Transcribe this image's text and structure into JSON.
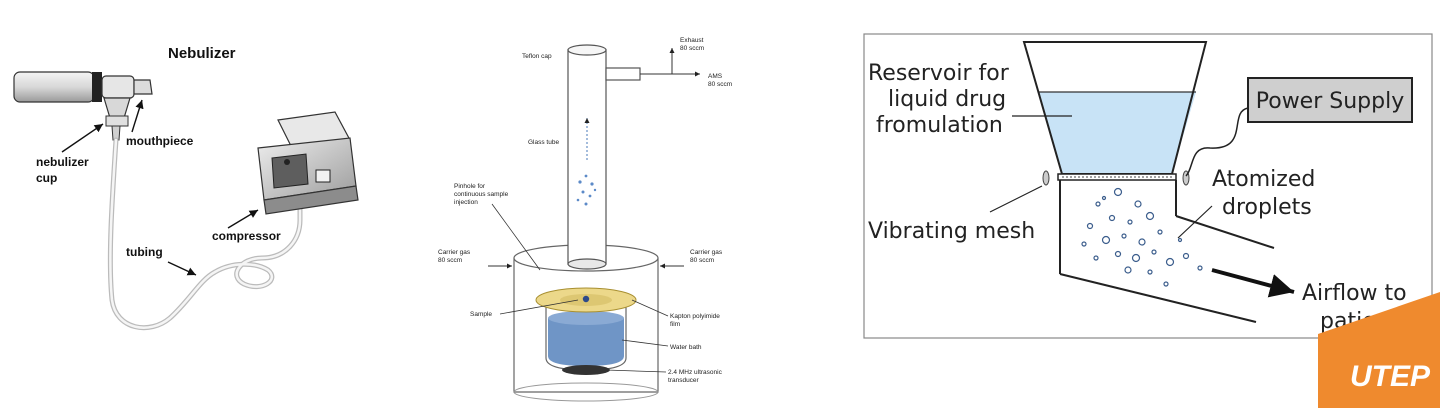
{
  "panel1": {
    "title": "Nebulizer",
    "labels": {
      "mouthpiece": "mouthpiece",
      "cup_line1": "nebulizer",
      "cup_line2": "cup",
      "compressor": "compressor",
      "tubing": "tubing"
    }
  },
  "panel2": {
    "labels": {
      "teflon_cap": "Teflon cap",
      "exhaust_l1": "Exhaust",
      "exhaust_l2": "80 sccm",
      "ams_l1": "AMS",
      "ams_l2": "80 sccm",
      "glass_tube": "Glass tube",
      "pinhole_l1": "Pinhole for",
      "pinhole_l2": "continuous sample",
      "pinhole_l3": "injection",
      "carrier_left_l1": "Carrier gas",
      "carrier_left_l2": "80 sccm",
      "carrier_right_l1": "Carrier gas",
      "carrier_right_l2": "80 sccm",
      "sample": "Sample",
      "kapton_l1": "Kapton polyimide",
      "kapton_l2": "film",
      "water_bath": "Water bath",
      "transducer_l1": "2.4 MHz ultrasonic",
      "transducer_l2": "transducer"
    }
  },
  "panel3": {
    "labels": {
      "reservoir_l1": "Reservoir for",
      "reservoir_l2": "liquid drug",
      "reservoir_l3": "fromulation",
      "power_supply": "Power Supply",
      "atomized_l1": "Atomized",
      "atomized_l2": "droplets",
      "vibrating_mesh": "Vibrating mesh",
      "airflow_l1": "Airflow to",
      "airflow_l2": "patient"
    }
  },
  "logo": {
    "text": "UTEP"
  },
  "colors": {
    "water": "#c8e3f6",
    "bath": "#6f95c6",
    "kapton": "#ecd88a",
    "logo": "#ef8a2e",
    "power_box": "#cfcfcf"
  }
}
